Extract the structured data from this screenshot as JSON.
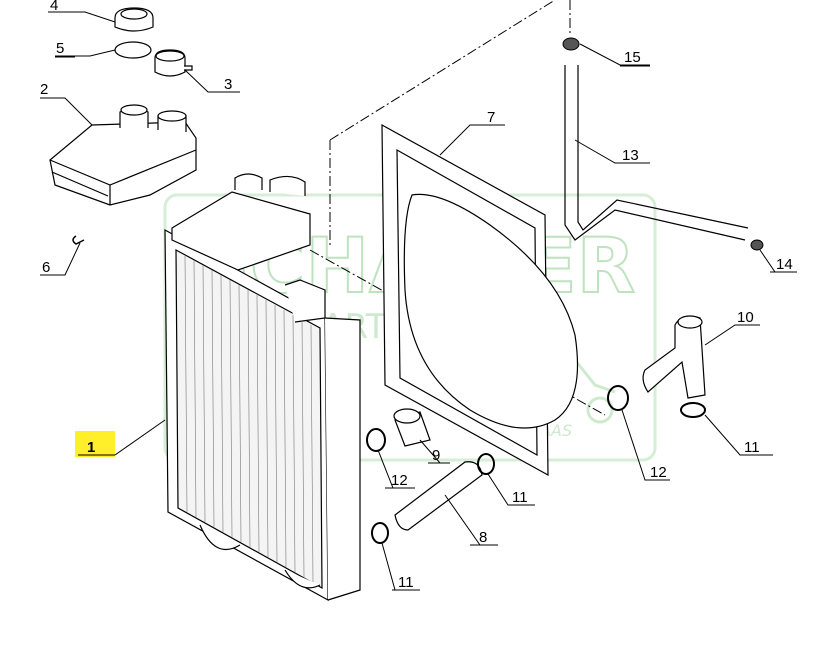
{
  "watermark": {
    "brand": "SCHALLER",
    "subtitle": "AGRARTECHNIK",
    "partner": "CLAAS"
  },
  "callouts": [
    {
      "id": "c1",
      "label": "1",
      "highlighted": true
    },
    {
      "id": "c2",
      "label": "2"
    },
    {
      "id": "c3",
      "label": "3"
    },
    {
      "id": "c4",
      "label": "4"
    },
    {
      "id": "c5",
      "label": "5"
    },
    {
      "id": "c6",
      "label": "6"
    },
    {
      "id": "c7",
      "label": "7"
    },
    {
      "id": "c8",
      "label": "8"
    },
    {
      "id": "c9",
      "label": "9"
    },
    {
      "id": "c10",
      "label": "10"
    },
    {
      "id": "c11a",
      "label": "11"
    },
    {
      "id": "c11b",
      "label": "11"
    },
    {
      "id": "c11c",
      "label": "11"
    },
    {
      "id": "c12a",
      "label": "12"
    },
    {
      "id": "c12b",
      "label": "12"
    },
    {
      "id": "c13",
      "label": "13"
    },
    {
      "id": "c14",
      "label": "14"
    },
    {
      "id": "c15",
      "label": "15"
    }
  ],
  "colors": {
    "highlight": "#ffef2a",
    "watermark": "#bfe3bf",
    "line": "#000000"
  }
}
